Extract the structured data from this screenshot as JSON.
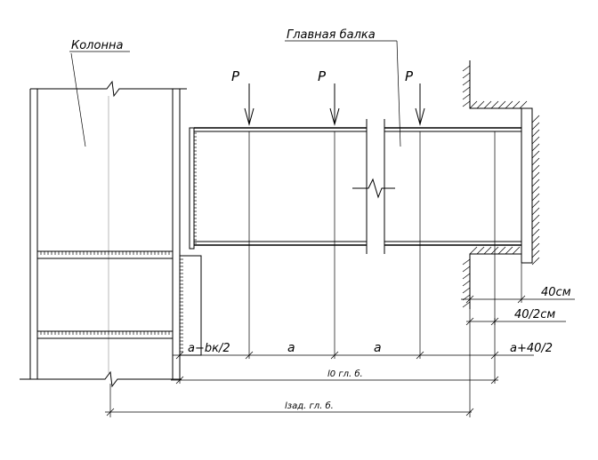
{
  "labels": {
    "column": "Колонна",
    "main_beam": "Главная балка",
    "load": "P"
  },
  "dimensions": {
    "first_span": "a−bк/2",
    "span_a1": "a",
    "span_a2": "a",
    "last_span": "a+40/2",
    "l0": "l0 гл. б.",
    "lzad": "lзад. гл. б.",
    "d40": "40см",
    "d40_2": "40/2см"
  }
}
